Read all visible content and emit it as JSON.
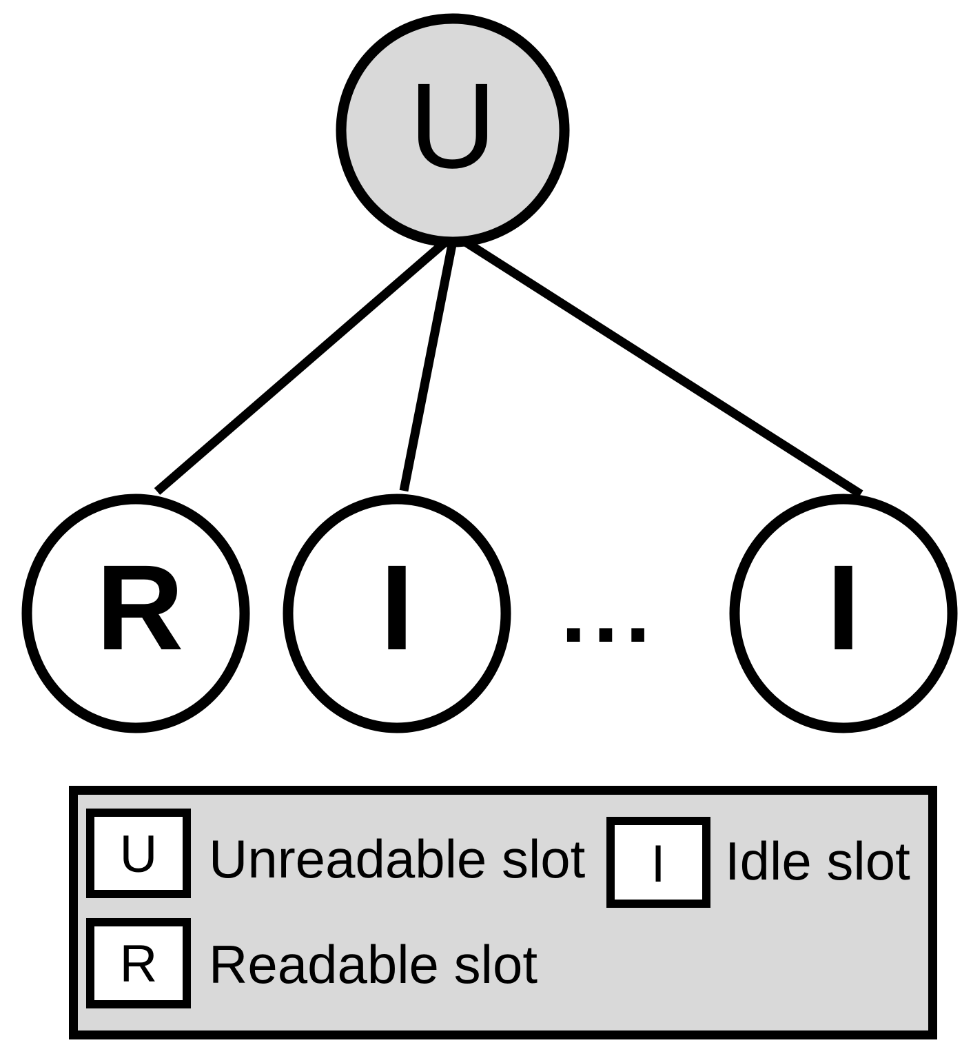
{
  "diagram": {
    "root": {
      "label": "U"
    },
    "children": [
      {
        "label": "R"
      },
      {
        "label": "I"
      },
      {
        "label": "I"
      }
    ],
    "ellipsis": "..."
  },
  "legend": {
    "unreadable": {
      "symbol": "U",
      "label": "Unreadable slot"
    },
    "idle": {
      "symbol": "I",
      "label": "Idle slot"
    },
    "readable": {
      "symbol": "R",
      "label": "Readable slot"
    }
  },
  "colors": {
    "node_fill": "#d9d9d9",
    "legend_bg": "#d9d9d9",
    "stroke": "#000000",
    "white_fill": "#ffffff"
  }
}
